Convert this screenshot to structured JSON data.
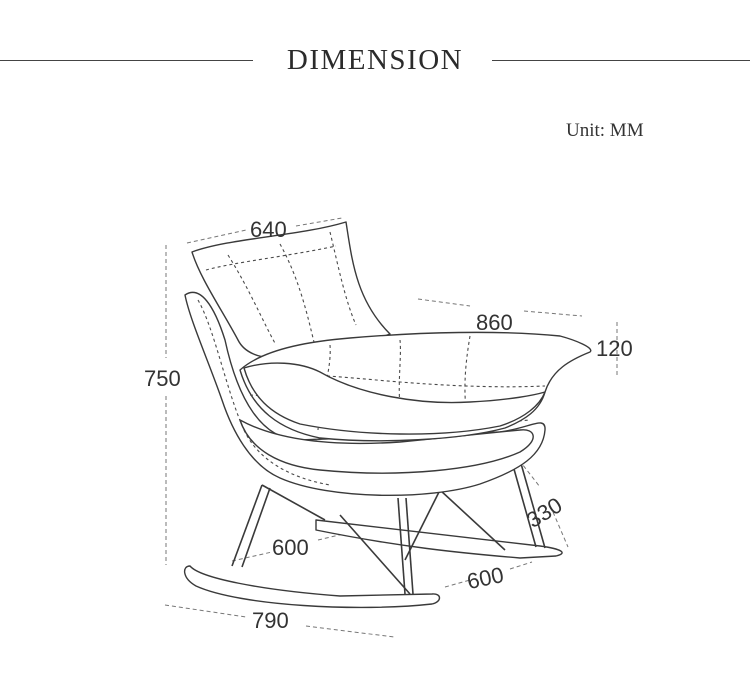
{
  "header": {
    "title": "DIMENSION"
  },
  "unit_label": "Unit: MM",
  "dimensions": {
    "seat_width": "640",
    "depth": "860",
    "cushion_thickness": "120",
    "height": "750",
    "rocker_height": "330",
    "base_width": "600",
    "base_depth": "600",
    "rocker_length": "790"
  },
  "colors": {
    "line": "#3a3a3a",
    "dimension_line": "#777777",
    "text": "#333333",
    "background": "#ffffff"
  }
}
